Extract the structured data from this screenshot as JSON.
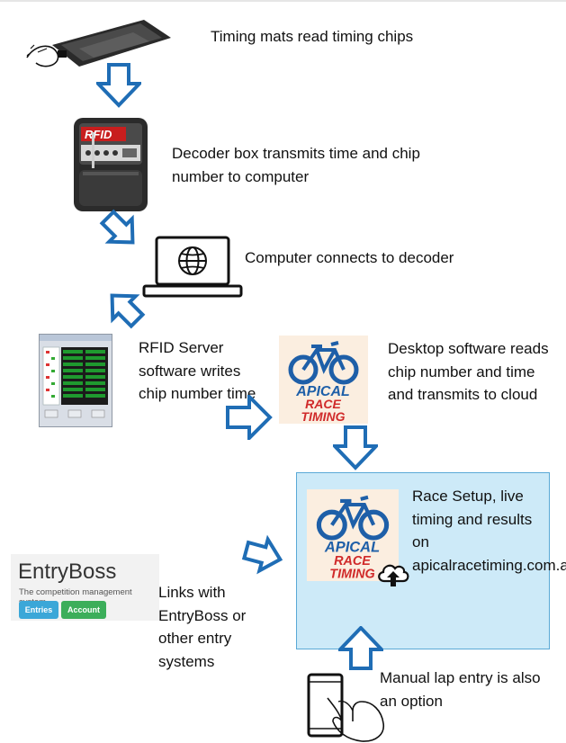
{
  "steps": {
    "mats": "Timing mats read timing chips",
    "decoder": "Decoder box transmits time and chip number to computer",
    "computer": "Computer connects to decoder",
    "rfid": "RFID Server software writes chip number time",
    "desktop": "Desktop software reads chip number and time and transmits to cloud",
    "cloud": "Race Setup, live timing and results on apicalracetiming.com.au",
    "entryboss_link": "Links with EntryBoss or other entry systems",
    "manual": "Manual lap entry is also an option"
  },
  "decoder_label": "RFID",
  "apical_logo": {
    "line1": "APICAL",
    "line2": "RACE",
    "line3": "TIMING"
  },
  "entryboss": {
    "title": "EntryBoss",
    "tagline": "The competition management system.",
    "entries_button": "Entries",
    "account_button": "Account"
  },
  "colors": {
    "arrow_fill": "#ffffff",
    "arrow_stroke": "#1f6db5",
    "cloud_panel": "#cdeaf8",
    "logo_blue": "#1e5fa8",
    "logo_red": "#d02a2a",
    "entries_blue": "#3ba7d8",
    "account_green": "#3cae5a"
  },
  "icons": [
    "timing-mat-icon",
    "decoder-box-icon",
    "laptop-globe-icon",
    "cloud-upload-icon",
    "smartphone-icon",
    "hand-touch-icon"
  ]
}
